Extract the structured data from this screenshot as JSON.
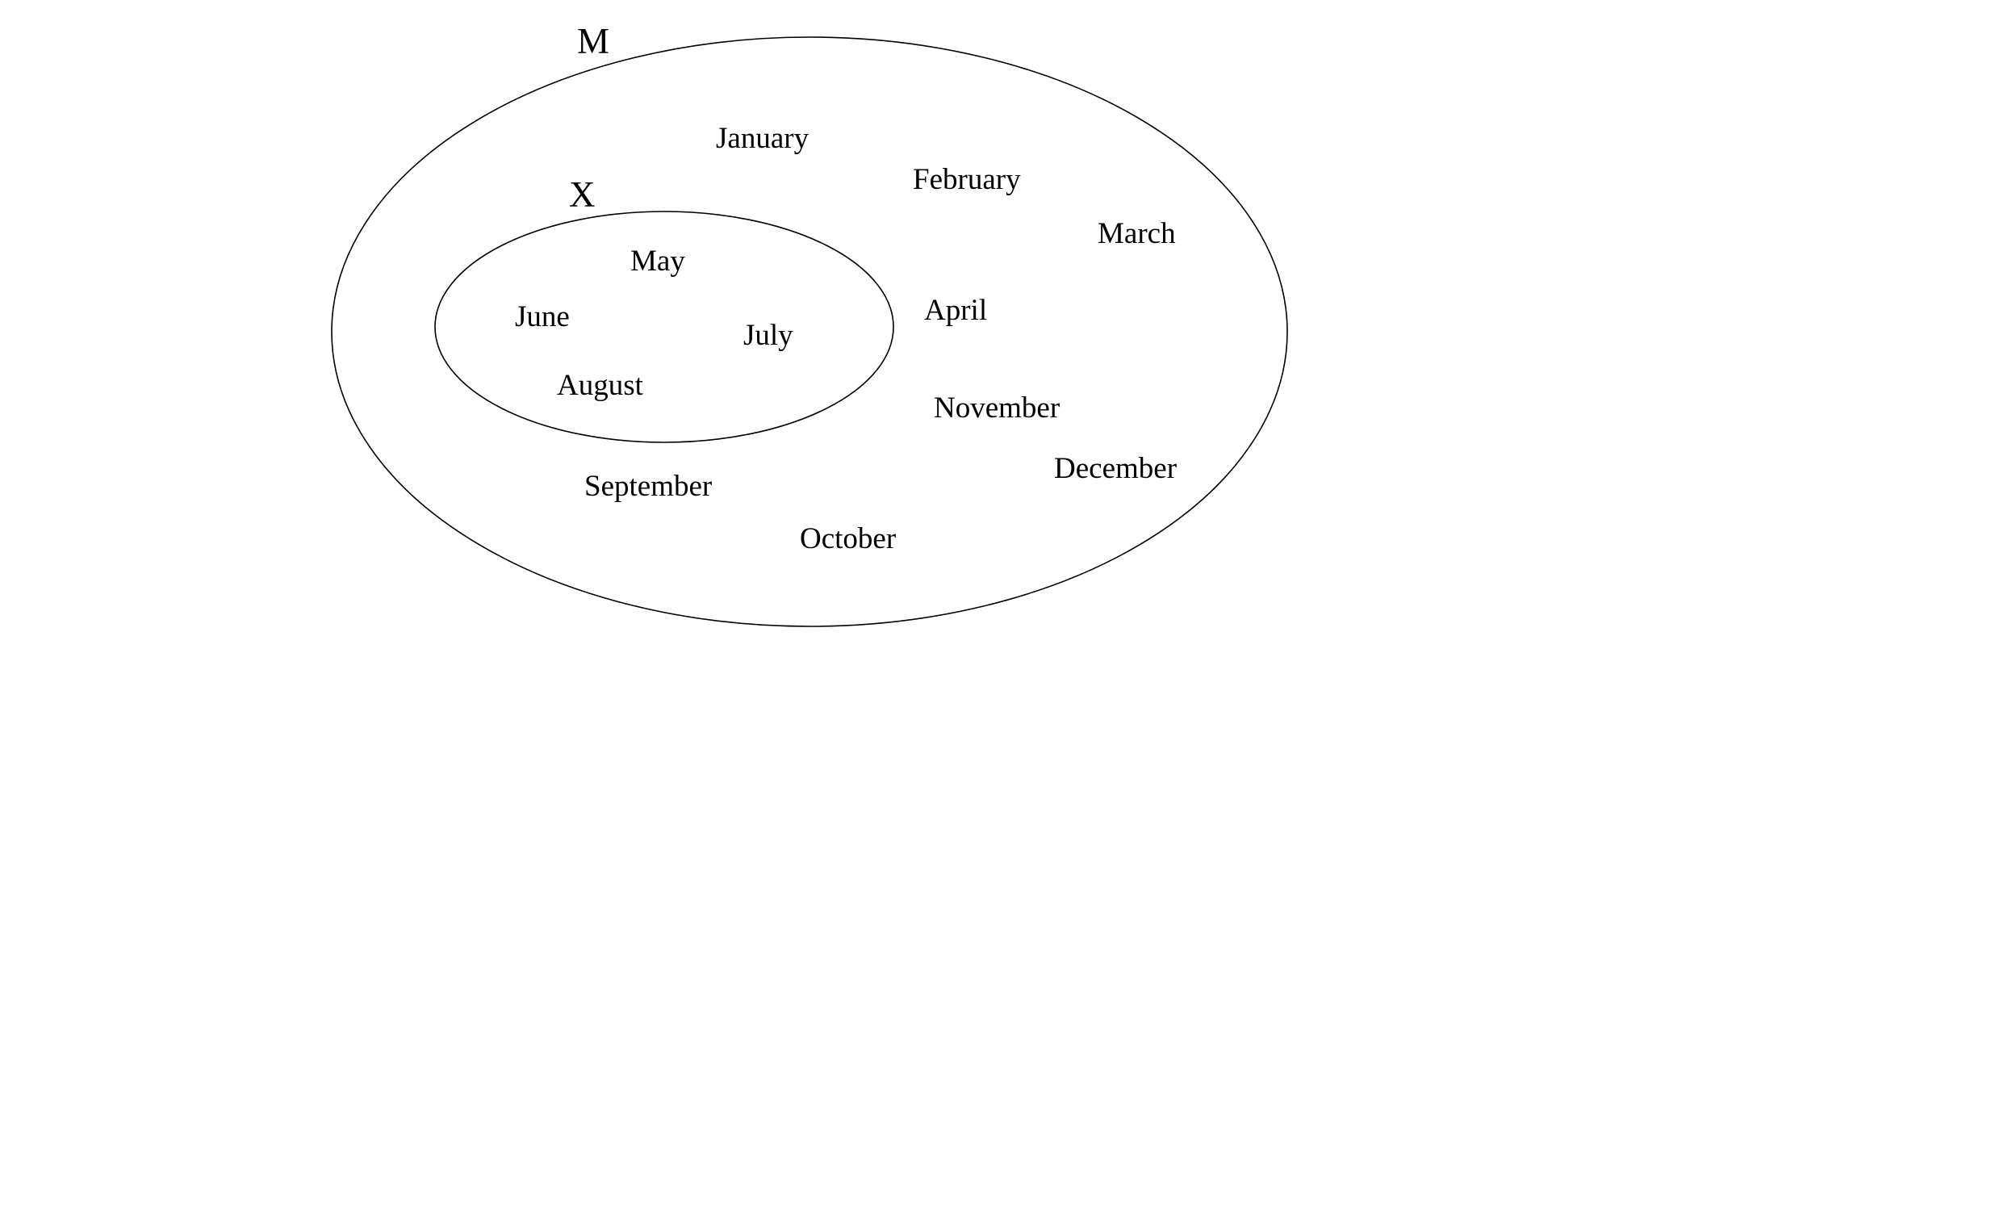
{
  "diagram": {
    "outer_set": {
      "label": "M",
      "elements": {
        "january": "January",
        "february": "February",
        "march": "March",
        "april": "April",
        "november": "November",
        "december": "December",
        "september": "September",
        "october": "October"
      }
    },
    "inner_set": {
      "label": "X",
      "elements": {
        "may": "May",
        "june": "June",
        "july": "July",
        "august": "August"
      }
    },
    "colors": {
      "outline": "#000000",
      "text": "#000000",
      "background": "#ffffff"
    }
  }
}
